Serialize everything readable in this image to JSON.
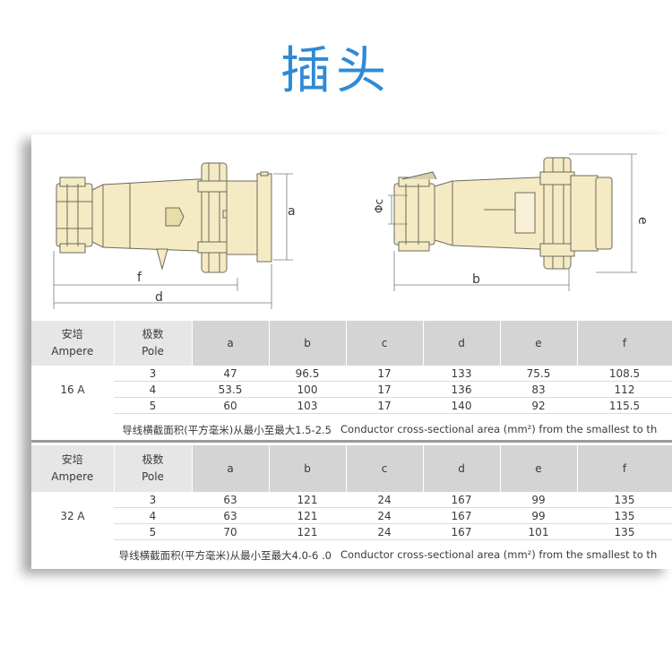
{
  "title": "插头",
  "drawing": {
    "left_labels": {
      "a": "a",
      "f": "f",
      "d": "d"
    },
    "right_labels": {
      "c": "Φc",
      "b": "b",
      "e": "e"
    }
  },
  "colors": {
    "title": "#2f8ad6",
    "plug_body": "#f4eac4",
    "plug_stroke": "#6b6b5a",
    "header_bg": "#d4d4d4"
  },
  "tables": [
    {
      "headers": {
        "ampere_cn": "安培",
        "ampere_en": "Ampere",
        "pole_cn": "极数",
        "pole_en": "Pole",
        "cols": [
          "a",
          "b",
          "c",
          "d",
          "e",
          "f"
        ]
      },
      "ampere": "16 A",
      "rows": [
        {
          "pole": "3",
          "values": [
            "47",
            "96.5",
            "17",
            "133",
            "75.5",
            "108.5"
          ]
        },
        {
          "pole": "4",
          "values": [
            "53.5",
            "100",
            "17",
            "136",
            "83",
            "112"
          ]
        },
        {
          "pole": "5",
          "values": [
            "60",
            "103",
            "17",
            "140",
            "92",
            "115.5"
          ]
        }
      ],
      "note_cn": "导线横截面积(平方毫米)从最小至最大1.5-2.5",
      "note_en": "Conductor cross-sectional area (mm²) from the smallest to th"
    },
    {
      "headers": {
        "ampere_cn": "安培",
        "ampere_en": "Ampere",
        "pole_cn": "极数",
        "pole_en": "Pole",
        "cols": [
          "a",
          "b",
          "c",
          "d",
          "e",
          "f"
        ]
      },
      "ampere": "32 A",
      "rows": [
        {
          "pole": "3",
          "values": [
            "63",
            "121",
            "24",
            "167",
            "99",
            "135"
          ]
        },
        {
          "pole": "4",
          "values": [
            "63",
            "121",
            "24",
            "167",
            "99",
            "135"
          ]
        },
        {
          "pole": "5",
          "values": [
            "70",
            "121",
            "24",
            "167",
            "101",
            "135"
          ]
        }
      ],
      "note_cn": "导线横截面积(平方毫米)从最小至最大4.0-6 .0",
      "note_en": "Conductor cross-sectional area (mm²) from the smallest to th"
    }
  ]
}
